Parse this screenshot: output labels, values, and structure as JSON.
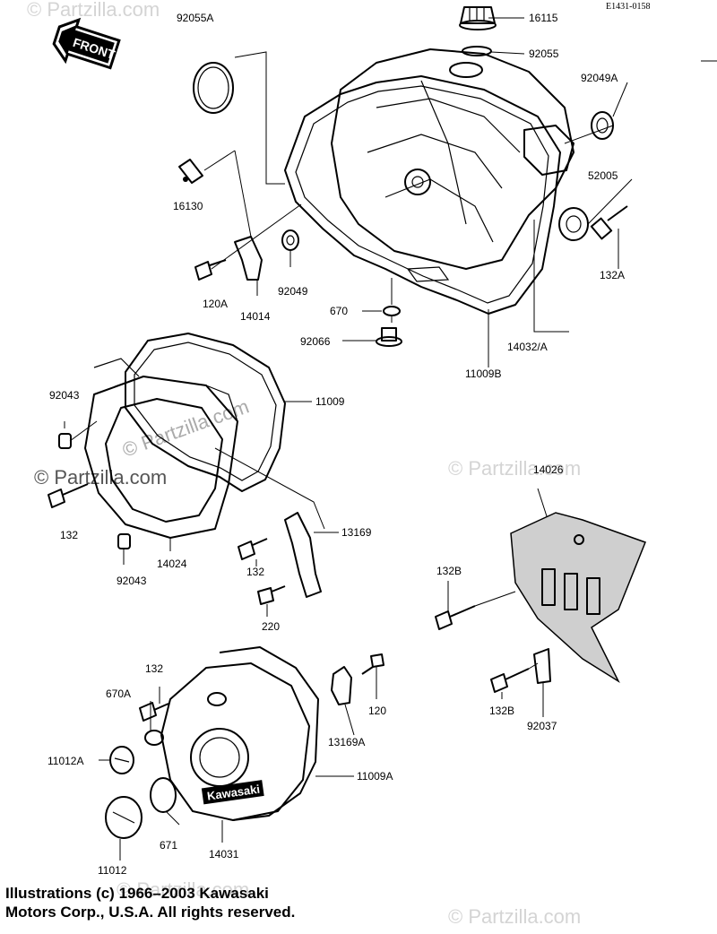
{
  "diagram_code": "E1431-0158",
  "front_label": "FRONT",
  "watermark": "© Partzilla.com",
  "brand_mark": "Kawasaki",
  "copyright": {
    "line1": "Illustrations (c) 1966–2003 Kawasaki",
    "line2": "Motors Corp., U.S.A.  All rights reserved."
  },
  "parts": {
    "p16115": "16115",
    "p92055": "92055",
    "p92049A": "92049A",
    "p52005": "52005",
    "p132A": "132A",
    "p14032A": "14032/A",
    "p11009B": "11009B",
    "p92055A": "92055A",
    "p16130": "16130",
    "p120A": "120A",
    "p14014": "14014",
    "p92049": "92049",
    "p670": "670",
    "p92066": "92066",
    "p92043a": "92043",
    "p11009": "11009",
    "p132a": "132",
    "p92043b": "92043",
    "p14024": "14024",
    "p13169": "13169",
    "p132b": "132",
    "p220": "220",
    "p14026": "14026",
    "p132Ba": "132B",
    "p132Bb": "132B",
    "p92037": "92037",
    "p132c": "132",
    "p670A": "670A",
    "p11012A": "11012A",
    "p671": "671",
    "p11012": "11012",
    "p14031": "14031",
    "p11009A": "11009A",
    "p13169A": "13169A",
    "p120": "120"
  }
}
